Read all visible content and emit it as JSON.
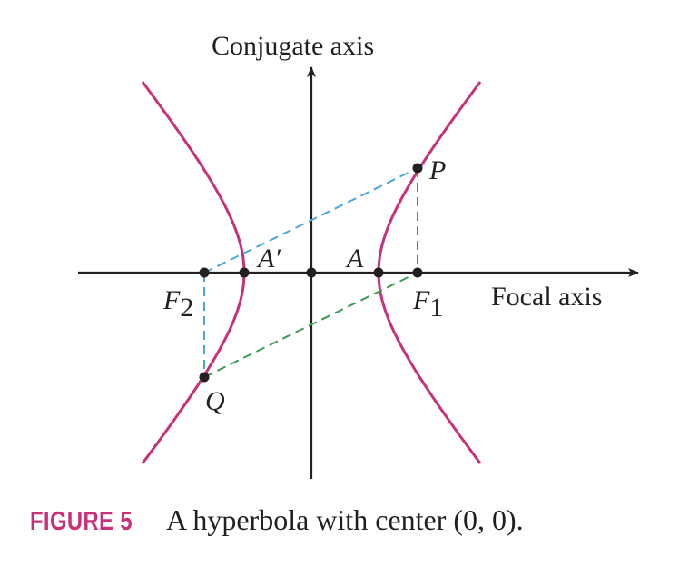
{
  "diagram": {
    "axis_labels": {
      "conjugate": "Conjugate axis",
      "focal": "Focal axis"
    },
    "points": {
      "P": "P",
      "Q": "Q",
      "A": "A",
      "A_prime": "A′",
      "F1": "F",
      "F1_sub": "1",
      "F2": "F",
      "F2_sub": "2"
    },
    "colors": {
      "curve": "#c8317a",
      "blue_dash": "#4ba6d9",
      "green_dash": "#3b9a52",
      "ink": "#231f20"
    }
  },
  "caption": {
    "figure_label": "FIGURE 5",
    "text": "A hyperbola with center (0, 0)."
  }
}
